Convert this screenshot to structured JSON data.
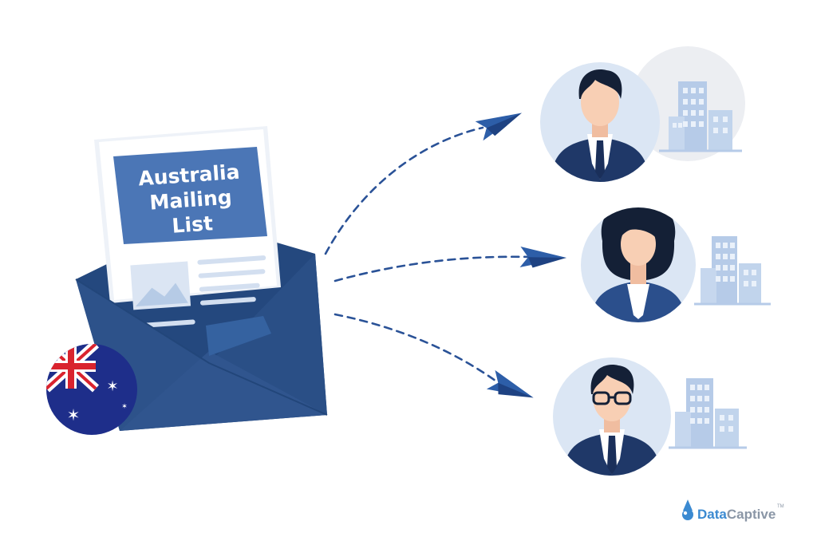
{
  "document": {
    "title_lines": [
      "Australia",
      "Mailing",
      "List"
    ]
  },
  "brand": {
    "name_part1": "Data",
    "name_part2": "Captive",
    "trademark": "TM"
  },
  "colors": {
    "envelope": "#2b5088",
    "envelope_dark": "#1f3f70",
    "title_panel": "#4b76b6",
    "person_circle": "#dbe6f4",
    "suit": "#1f3868",
    "skin": "#f8cfb4",
    "hair": "#142036",
    "building": "#b6cbe8",
    "plane": "#2d5ea8",
    "dash": "#2a5297",
    "flag_blue": "#1e2e8a",
    "flag_red": "#d9232e",
    "brand_blue": "#3b8ad1",
    "brand_gray": "#8a96a6"
  },
  "icons": [
    "envelope-icon",
    "document-icon",
    "australia-flag-icon",
    "paper-plane-icon",
    "businessman-icon",
    "businesswoman-icon",
    "building-icon",
    "datacaptive-logo-icon"
  ]
}
